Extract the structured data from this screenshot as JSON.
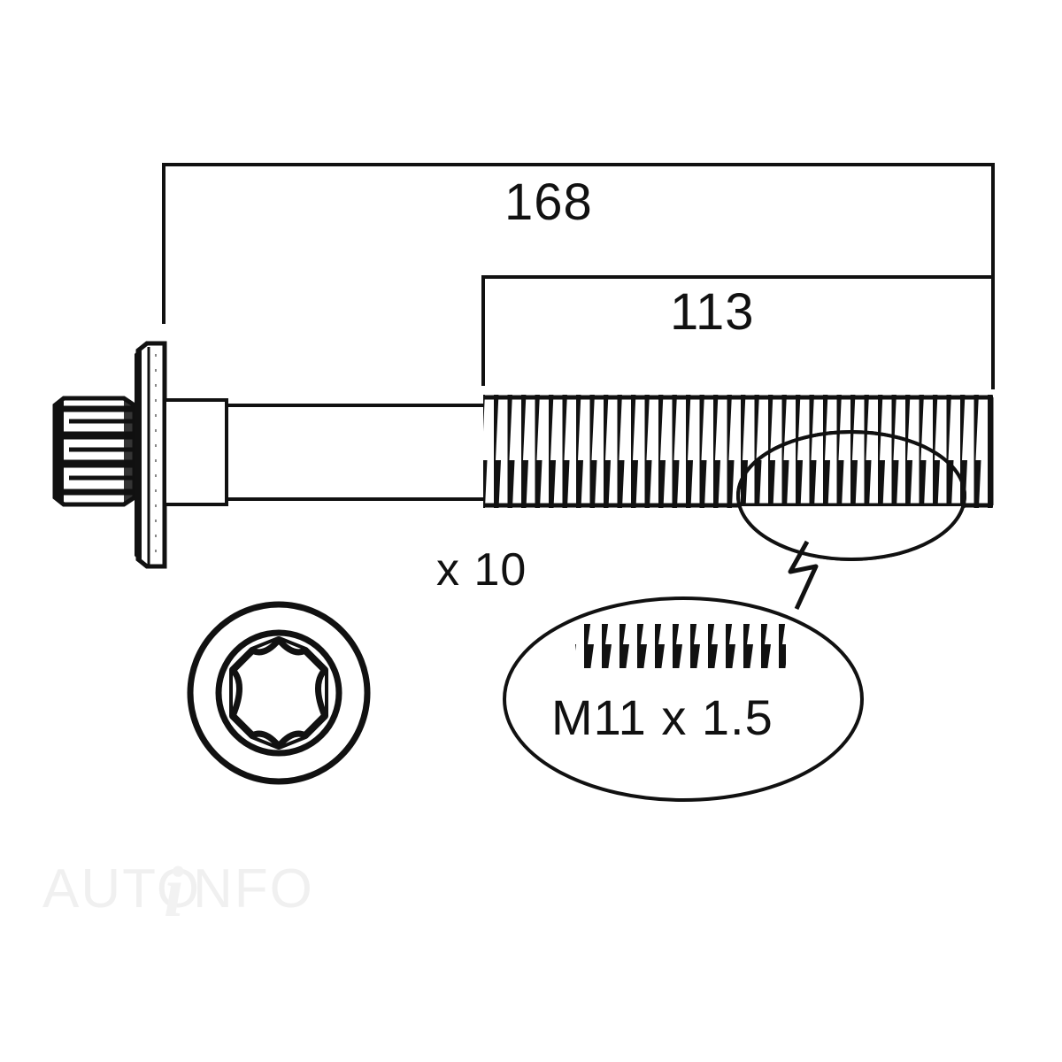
{
  "drawing": {
    "title": "Cylinder head bolt set technical drawing",
    "background_color": "#ffffff",
    "line_color": "#111111"
  },
  "dimensions": {
    "overall_length": {
      "label": "168",
      "unit_implied": "mm",
      "span": "flange underside to bolt tip"
    },
    "thread_length": {
      "label": "113",
      "unit_implied": "mm",
      "span": "thread start to bolt tip"
    }
  },
  "quantity": {
    "label": "x 10"
  },
  "thread_callout": {
    "label": "M11 x 1.5",
    "detail_name": "magnified-thread-profile"
  },
  "views": {
    "side_view_name": "bolt-side-view",
    "end_view_name": "torx-head-end-view"
  },
  "watermark": {
    "text_left": "AUTO",
    "text_accent": "i",
    "text_right": "NFO",
    "color": "#f0f0f0"
  }
}
